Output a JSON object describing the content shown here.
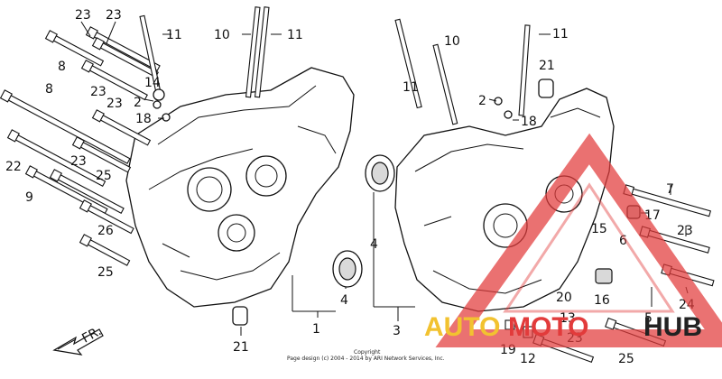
{
  "callouts": {
    "c23a": "23",
    "c23b": "23",
    "c8a": "8",
    "c14": "14",
    "c23c": "23",
    "c2a": "2",
    "c18a": "18",
    "c23d": "23",
    "c8b": "8",
    "c22": "22",
    "c25a": "25",
    "c23e": "23",
    "c9": "9",
    "c26": "26",
    "c25b": "25",
    "c10a": "10",
    "c11a": "11",
    "c11b": "11",
    "c11c": "11",
    "c10b": "10",
    "c11d": "11",
    "c21a": "21",
    "c2b": "2",
    "c18b": "18",
    "c4a": "4",
    "c4b": "4",
    "c1": "1",
    "c3": "3",
    "c21b": "21",
    "c7": "7",
    "c17": "17",
    "c23f": "23",
    "c15": "15",
    "c6": "6",
    "c24": "24",
    "c20": "20",
    "c16": "16",
    "c13": "13",
    "c5": "5",
    "c19": "19",
    "c12": "12",
    "c23g": "23",
    "c25c": "25"
  },
  "front_label": "FR.",
  "copyright": {
    "line1": "Copyright",
    "line2": "Page design (c) 2004 - 2014 by ARI Network Services, Inc."
  },
  "watermark": {
    "text_auto": "AUTO",
    "text_moto": "MOTO",
    "text_hub": "HUB",
    "color_red": "#e23b3b",
    "color_yellow": "#f2c230",
    "color_dark": "#222222"
  }
}
